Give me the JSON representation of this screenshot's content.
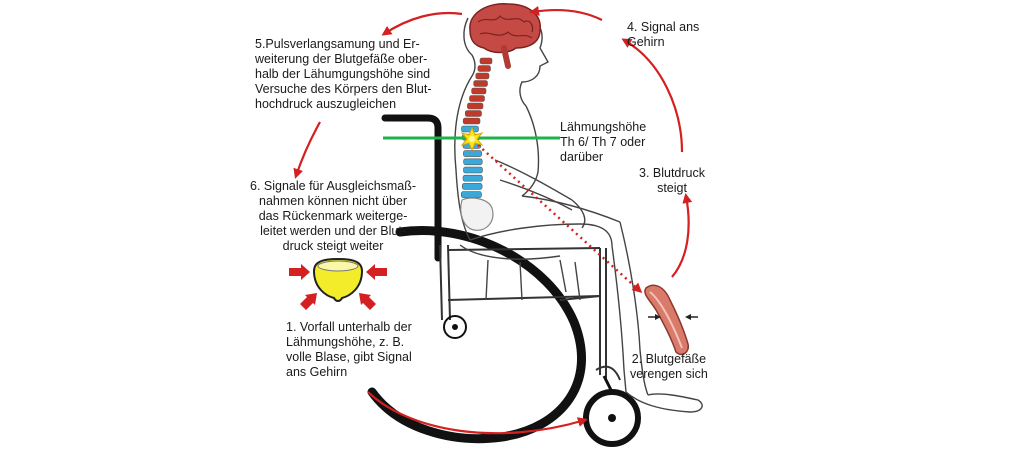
{
  "colors": {
    "arrow": "#d42020",
    "level_line": "#1db34a",
    "spine_upper": "#c0392b",
    "spine_lower": "#3aa8d8",
    "bladder": "#f3ec2a",
    "brain": "#c54a45",
    "wheel": "#111111"
  },
  "icons": [
    "brain-icon",
    "bladder-icon",
    "blood-vessel-icon",
    "spark-icon",
    "wheelchair-icon"
  ],
  "labels": {
    "step5": [
      "5.Pulsverlangsamung und Er-",
      "weiterung der Blutgefäße ober-",
      "halb der Lähumgungshöhe sind",
      "Versuche des Körpers den Blut-",
      "hochdruck auszugleichen"
    ],
    "step4": [
      "4. Signal ans",
      "Gehirn"
    ],
    "level": [
      "Lähmungshöhe",
      "Th 6/ Th 7 oder",
      "darüber"
    ],
    "step3": [
      "3. Blutdruck",
      "steigt"
    ],
    "step6": [
      "6. Signale für Ausgleichsmaß-",
      "nahmen können nicht über",
      "das Rückenmark weiterge-",
      "leitet werden und der Blut-",
      "druck steigt weiter"
    ],
    "step1": [
      "1. Vorfall unterhalb der",
      "Lähmungshöhe, z. B.",
      "volle Blase, gibt Signal",
      "ans Gehirn"
    ],
    "step2": [
      "2. Blutgefäße",
      "verengen sich"
    ]
  }
}
